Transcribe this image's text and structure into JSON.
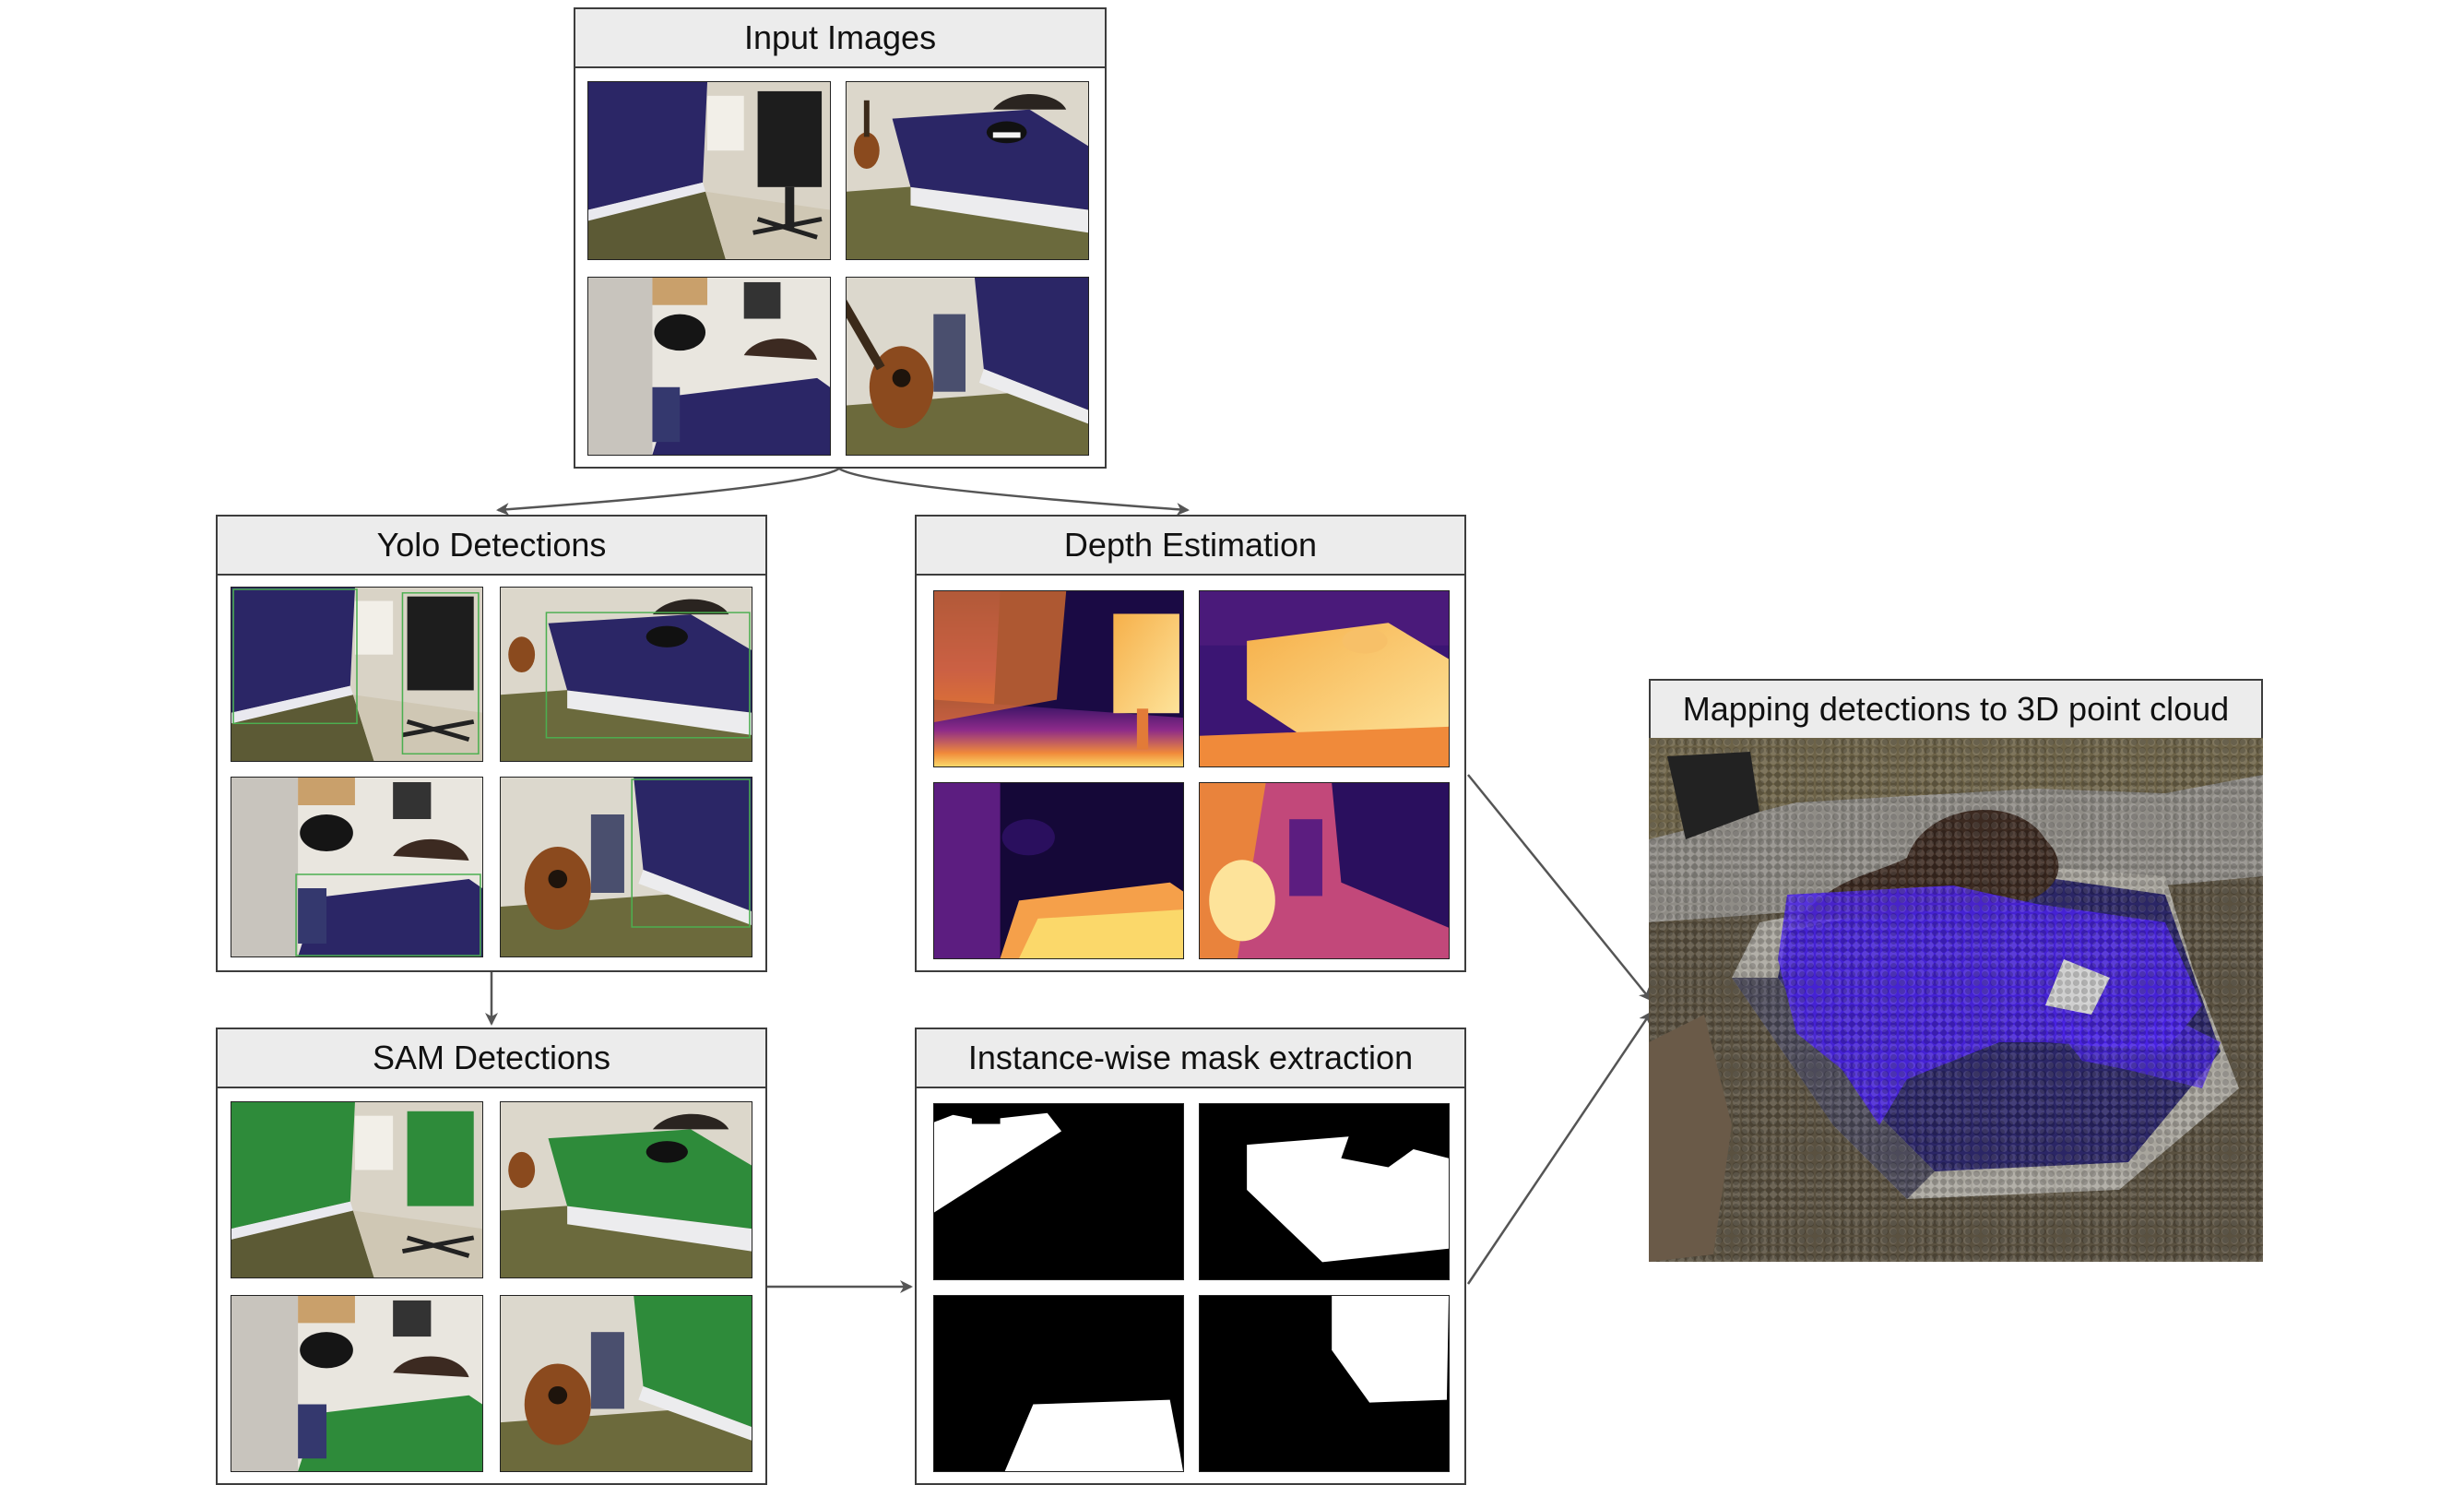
{
  "panels": {
    "input": {
      "title": "Input Images"
    },
    "yolo": {
      "title": "Yolo Detections"
    },
    "depth": {
      "title": "Depth Estimation"
    },
    "sam": {
      "title": "SAM Detections"
    },
    "mask": {
      "title": "Instance-wise mask extraction"
    },
    "pointcloud": {
      "title": "Mapping detections to 3D point cloud"
    }
  },
  "colors": {
    "border": "#3d3d3d",
    "header_bg": "#ececec",
    "arrow": "#555555",
    "detection_box": "#4caf50",
    "sam_mask": "#2e8b3a",
    "bed_blanket": "#2b2666",
    "pointcloud_highlight": "#4a22e8"
  },
  "icons": {
    "arrow": "arrow-icon"
  }
}
